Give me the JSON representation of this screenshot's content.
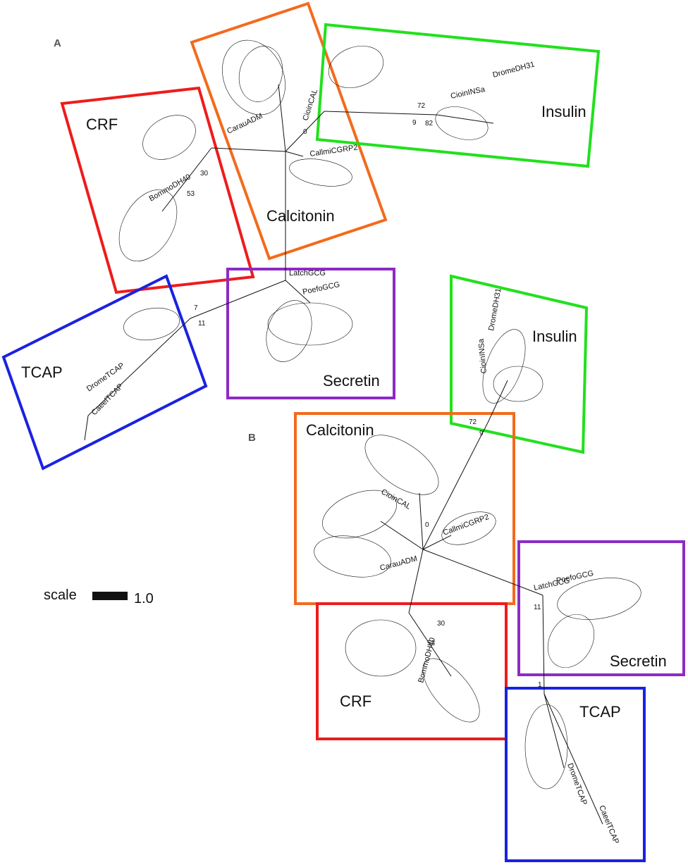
{
  "panels": {
    "a": {
      "label": "A",
      "groups": {
        "crf": "CRF",
        "calcitonin": "Calcitonin",
        "insulin": "Insulin",
        "secretin": "Secretin",
        "tcap": "TCAP"
      },
      "leaves": {
        "cioin_cal": "CioinCAL",
        "latch_gcg": "LatchGCG",
        "poefo_gcg": "PoefoGCG",
        "caeel_tcap": "CaeelTCAP",
        "drome_tcap": "DromeTCAP",
        "bommo_dh40": "BommoDH40",
        "callmi_cgrp2": "CallmiCGRP2",
        "cioin_insa": "CioinINSa",
        "drome_dh31": "DromeDH31",
        "carau_adm": "CarauADM"
      },
      "nodes": {
        "n72": "72",
        "n9": "9",
        "n0": "0",
        "n30": "30",
        "n7": "7",
        "n11": "11",
        "n53": "53",
        "n82": "82"
      },
      "colors": {
        "crf": "#ee1c1c",
        "calcitonin": "#f26b1d",
        "insulin": "#22e01e",
        "secretin": "#8d2bc4",
        "tcap": "#1a22e0"
      }
    },
    "b": {
      "label": "B",
      "groups": {
        "calcitonin": "Calcitonin",
        "insulin": "Insulin",
        "secretin": "Secretin",
        "crf": "CRF",
        "tcap": "TCAP"
      },
      "leaves": {
        "cioin_cal": "CioinCAL",
        "latch_gcg": "LatchGCG",
        "poefo_gcg": "PoefoGCG",
        "caeel_tcap": "CaeelTCAP",
        "drome_tcap": "DromeTCAP",
        "cioin_insa": "CioinINSa",
        "drome_dh31": "DromeDH31",
        "callmi_cgrp2": "CallmiCGRP2",
        "bommo_dh40": "BommoDH40",
        "carau_adm": "CarauADM"
      },
      "nodes": {
        "n72": "72",
        "n9": "9",
        "n0": "0",
        "n30": "30",
        "n53": "53",
        "n11": "11",
        "n1": "1"
      }
    }
  },
  "scale": {
    "prefix": "scale",
    "value": "1.0"
  }
}
